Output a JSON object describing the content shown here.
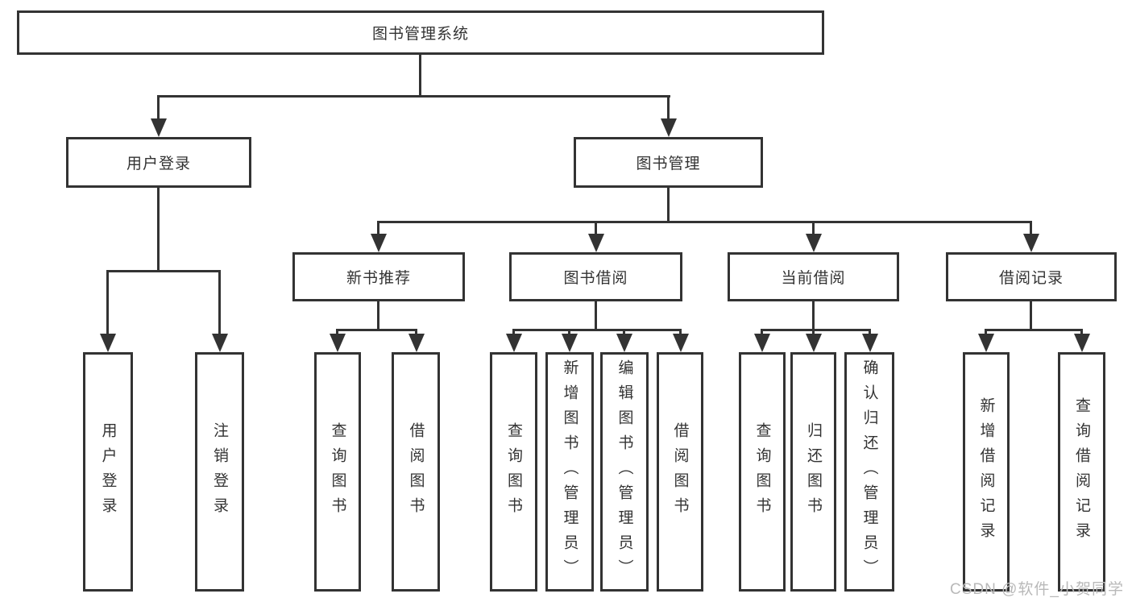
{
  "tree": {
    "root": {
      "label": "图书管理系统"
    },
    "branches": [
      {
        "label": "用户登录",
        "children": [
          {
            "label": "用户登录"
          },
          {
            "label": "注销登录"
          }
        ]
      },
      {
        "label": "图书管理",
        "children": [
          {
            "label": "新书推荐",
            "children": [
              {
                "label": "查询图书"
              },
              {
                "label": "借阅图书"
              }
            ]
          },
          {
            "label": "图书借阅",
            "children": [
              {
                "label": "查询图书"
              },
              {
                "label": "新增图书（管理员）"
              },
              {
                "label": "编辑图书（管理员）"
              },
              {
                "label": "借阅图书"
              }
            ]
          },
          {
            "label": "当前借阅",
            "children": [
              {
                "label": "查询图书"
              },
              {
                "label": "归还图书"
              },
              {
                "label": "确认归还（管理员）"
              }
            ]
          },
          {
            "label": "借阅记录",
            "children": [
              {
                "label": "新增借阅记录"
              },
              {
                "label": "查询借阅记录"
              }
            ]
          }
        ]
      }
    ]
  },
  "watermark": {
    "text": "CSDN @软件_小贺同学"
  },
  "colors": {
    "line": "#333333",
    "node_text": "#333333",
    "node_fill": "#ffffff",
    "background": "#ffffff",
    "watermark": "#b9b9b9"
  }
}
